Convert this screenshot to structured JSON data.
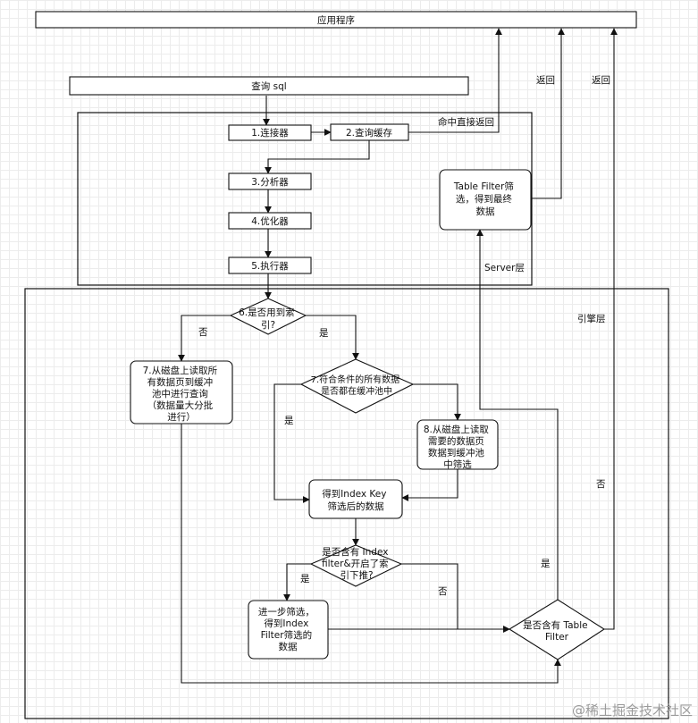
{
  "nodes": {
    "app": "应用程序",
    "sql": "查询 sql",
    "connector": "1.连接器",
    "cache": "2.查询缓存",
    "analyzer": "3.分析器",
    "optimizer": "4.优化器",
    "executor": "5.执行器",
    "table_filter_box": [
      "Table Filter筛",
      "选，得到最终",
      "数据"
    ],
    "use_index": [
      "6.是否用到索",
      "引?"
    ],
    "full_scan": [
      "7.从磁盘上读取所",
      "有数据页到缓冲",
      "池中进行查询",
      "（数据量大分批",
      "进行）"
    ],
    "all_in_pool": [
      "7.符合条件的所有数据",
      "是否都在缓冲池中"
    ],
    "read_needed": [
      "8.从磁盘上读取",
      "需要的数据页",
      "数据到缓冲池",
      "中筛选"
    ],
    "index_key_data": [
      "得到Index Key",
      "筛选后的数据"
    ],
    "has_index_filter": [
      "是否含有 Index",
      "filter&开启了索",
      "引下推?"
    ],
    "further_filter": [
      "进一步筛选，",
      "得到Index",
      "Filter筛选的",
      "数据"
    ],
    "has_table_filter": [
      "是否含有 Table",
      "Filter"
    ]
  },
  "labels": {
    "cache_hit": "命中直接返回",
    "return_1": "返回",
    "return_2": "返回",
    "server_layer": "Server层",
    "engine_layer": "引擎层",
    "no_1": "否",
    "yes_1": "是",
    "yes_2": "是",
    "yes_3": "是",
    "no_2": "否",
    "yes_4": "是",
    "no_3": "否"
  },
  "watermark": "@稀土掘金技术社区",
  "colors": {
    "line": "#111111",
    "box_fill": "#ffffff",
    "grid": "#ececec"
  }
}
